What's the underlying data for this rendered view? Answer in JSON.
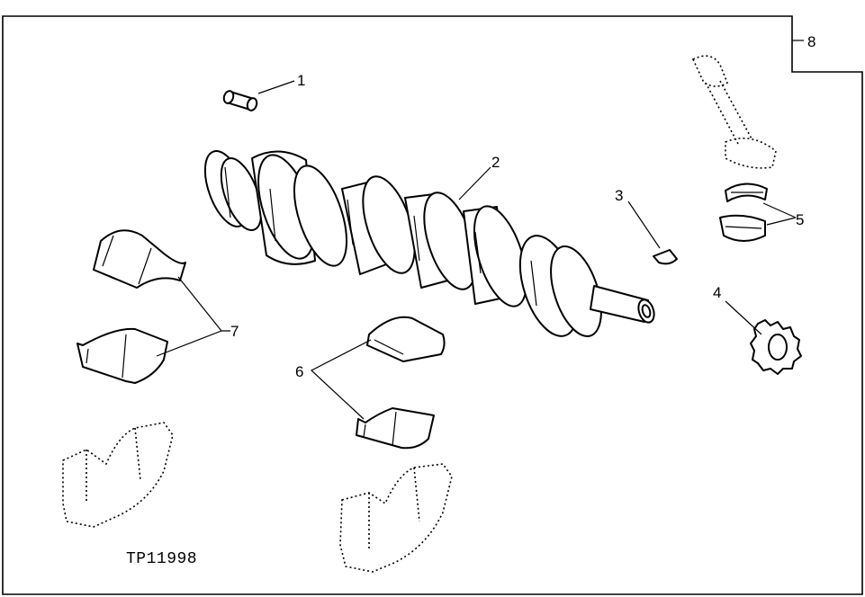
{
  "callouts": [
    {
      "id": "c1",
      "label": "1"
    },
    {
      "id": "c2",
      "label": "2"
    },
    {
      "id": "c3",
      "label": "3"
    },
    {
      "id": "c4",
      "label": "4"
    },
    {
      "id": "c5",
      "label": "5"
    },
    {
      "id": "c6",
      "label": "6"
    },
    {
      "id": "c7",
      "label": "7"
    },
    {
      "id": "c8",
      "label": "8"
    }
  ],
  "figure_id": "TP11998"
}
